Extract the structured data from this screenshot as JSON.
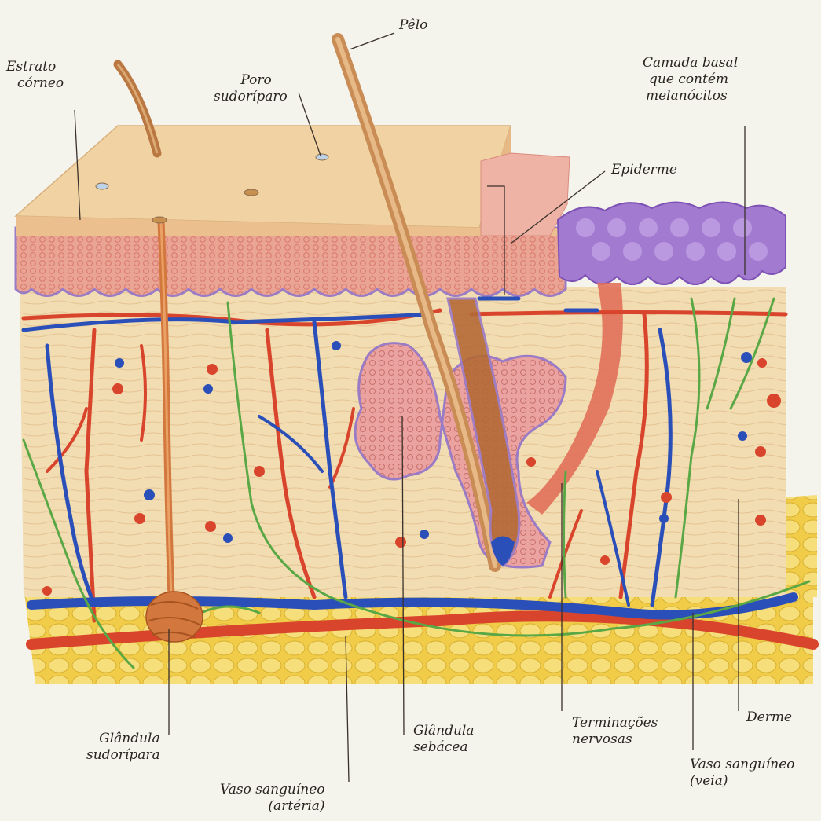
{
  "labels": {
    "estrato_corneo": [
      "Estrato",
      "córneo"
    ],
    "poro_sudoriparo": [
      "Poro",
      "sudoríparo"
    ],
    "pelo": [
      "Pêlo"
    ],
    "camada_basal": [
      "Camada basal",
      "que contém",
      "melanócitos"
    ],
    "epiderme": [
      "Epiderme"
    ],
    "glandula_sudoripara": [
      "Glândula",
      "sudorípara"
    ],
    "vaso_arteria": [
      "Vaso sanguíneo",
      "(artéria)"
    ],
    "glandula_sebacea": [
      "Glândula",
      "sebácea"
    ],
    "terminacoes_nervosas": [
      "Terminações",
      "nervosas"
    ],
    "derme": [
      "Derme"
    ],
    "vaso_veia": [
      "Vaso sanguíneo",
      "(veia)"
    ]
  },
  "colors": {
    "background": "#f4f3ec",
    "stratum_corneum": "#f0d2a4",
    "epidermis": "#e9a89a",
    "dermis": "#f2dcb2",
    "fat_layer": "#f1d35a",
    "artery": "#d9452c",
    "vein": "#2b4fb8",
    "nerve": "#5aa845",
    "hair": "#c9894a",
    "melanocyte_layer": "#9c72c9",
    "sebaceous_gland": "#e6a0a0"
  }
}
